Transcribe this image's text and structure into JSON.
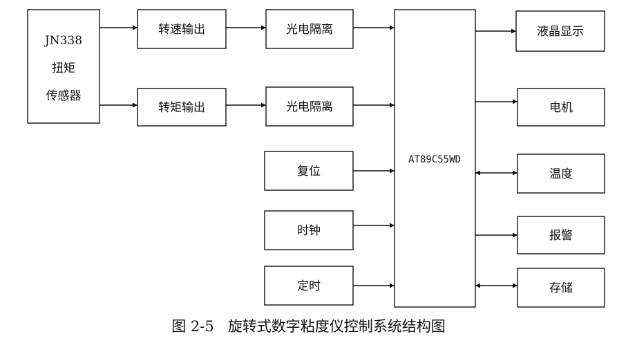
{
  "diagram": {
    "sensor_lines": [
      "JN338",
      "扭矩",
      "传感器"
    ],
    "speed_output": "转速输出",
    "torque_output": "转矩输出",
    "isolation_1": "光电隔离",
    "isolation_2": "光电隔离",
    "reset": "复位",
    "clock": "时钟",
    "timer": "定时",
    "mcu": "AT89C55WD",
    "lcd_display": "液晶显示",
    "motor": "电机",
    "temperature": "温度",
    "alarm": "报警",
    "storage": "存储"
  },
  "caption": "图 2-5   旋转式数字粘度仪控制系统结构图"
}
